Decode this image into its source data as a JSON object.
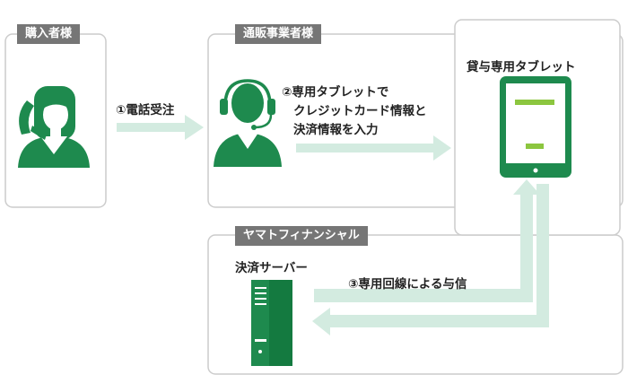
{
  "colors": {
    "green": "#1e8a4e",
    "arrow": "#d3ebe0",
    "panel_border": "#cccccc",
    "tag_bg": "#767676"
  },
  "panels": {
    "buyer": {
      "tag": "購入者様",
      "icon": "phone-caller-icon"
    },
    "merchant": {
      "tag": "通販事業者様",
      "icon": "headset-operator-icon"
    },
    "tablet_panel": {
      "title": "貸与専用タブレット",
      "icon": "tablet-icon"
    },
    "yamato": {
      "tag": "ヤマトフィナンシャル",
      "server_label": "決済サーバー",
      "icon": "server-icon"
    }
  },
  "steps": {
    "step1": "①電話受注",
    "step2": [
      "②専用タブレットで",
      "クレジットカード情報と",
      "決済情報を入力"
    ],
    "step3": "③専用回線による与信"
  }
}
